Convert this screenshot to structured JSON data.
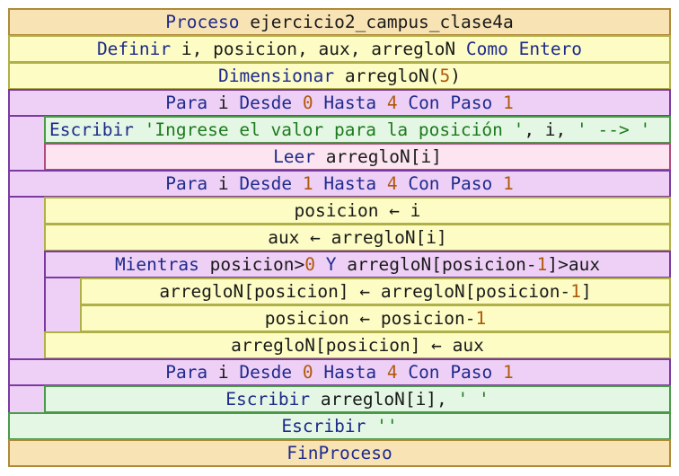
{
  "proceso_kw": "Proceso",
  "proceso_name": "ejercicio2_campus_clase4a",
  "definir": {
    "kw": "Definir",
    "vars": "i, posicion, aux, arregloN",
    "como": "Como",
    "tipo": "Entero"
  },
  "dimensionar": {
    "kw": "Dimensionar",
    "arr": "arregloN(",
    "size": "5",
    "close": ")"
  },
  "para_kw": {
    "para": "Para",
    "desde": "Desde",
    "hasta": "Hasta",
    "con": "Con",
    "paso": "Paso"
  },
  "para1": {
    "var": "i",
    "from": "0",
    "to": "4",
    "step": "1"
  },
  "escribir1": {
    "kw": "Escribir",
    "s1": "'Ingrese el valor para la posición '",
    "sep1": ", i, ",
    "s2": "' --> '"
  },
  "leer": {
    "kw": "Leer",
    "target": "arregloN[i]"
  },
  "para2": {
    "var": "i",
    "from": "1",
    "to": "4",
    "step": "1"
  },
  "asig1": "posicion ← i",
  "asig2": "aux ← arregloN[i]",
  "mientras": {
    "kw": "Mientras",
    "a": "posicion>",
    "n0": "0",
    "y": "Y",
    "b": "arregloN[posicion-",
    "n1": "1",
    "c": "]>aux"
  },
  "asig3": {
    "a": "arregloN[posicion] ← arregloN[posicion-",
    "n": "1",
    "b": "]"
  },
  "asig4": {
    "a": "posicion ← posicion-",
    "n": "1"
  },
  "asig5": "arregloN[posicion] ← aux",
  "para3": {
    "var": "i",
    "from": "0",
    "to": "4",
    "step": "1"
  },
  "escribir2": {
    "kw": "Escribir",
    "a": "arregloN[i], ",
    "s": "' '"
  },
  "escribir3": {
    "kw": "Escribir",
    "s": "''"
  },
  "fin": "FinProceso",
  "colors": {
    "process": "#f8e3b4",
    "definition": "#fcfcc4",
    "loop": "#eed0f6",
    "output": "#e4f7e4",
    "input": "#fce4f0",
    "keyword": "#1e2a8c",
    "number": "#b0580a",
    "string": "#1e7a1e"
  }
}
